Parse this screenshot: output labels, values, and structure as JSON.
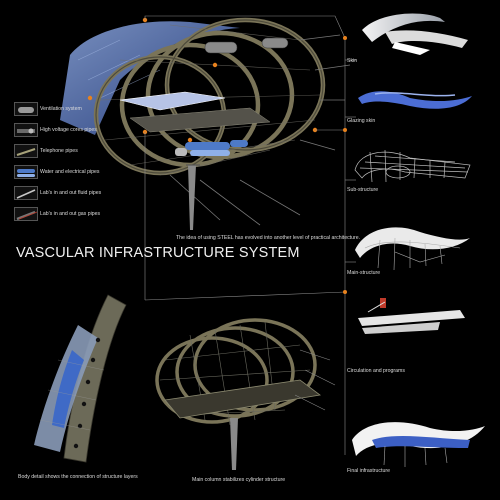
{
  "title": "VASCULAR INFRASTRUCTURE SYSTEM",
  "caption": "The idea of using STEEL has evolved into another level of practical architecture.",
  "legend": [
    {
      "label": "Ventilation system",
      "icon": "duct-pipe-icon"
    },
    {
      "label": "High voltage cores pipes",
      "icon": "cable-core-icon"
    },
    {
      "label": "Telephone pipes",
      "icon": "telephone-pipe-icon"
    },
    {
      "label": "Water and electrical pipes",
      "icon": "water-pipe-icon"
    },
    {
      "label": "Lab's in and out fluid pipes",
      "icon": "fluid-pipe-icon"
    },
    {
      "label": "Lab's in and out gas pipes",
      "icon": "gas-pipe-icon"
    }
  ],
  "layers": [
    {
      "label": "Skin"
    },
    {
      "label": "Glazing skin"
    },
    {
      "label": "Sub-structure"
    },
    {
      "label": "Main-structure"
    },
    {
      "label": "Circulation and programs"
    },
    {
      "label": "Final infrastructure"
    }
  ],
  "details": {
    "body": "Body detail shows the connection of structure layers",
    "column": "Main column stabilizes cylinder structure"
  },
  "colors": {
    "background": "#000000",
    "callout_dot": "#e8821e",
    "leader_line": "#8a8a8a",
    "steel": "#7a7458",
    "glass": "#4d6fb8"
  }
}
